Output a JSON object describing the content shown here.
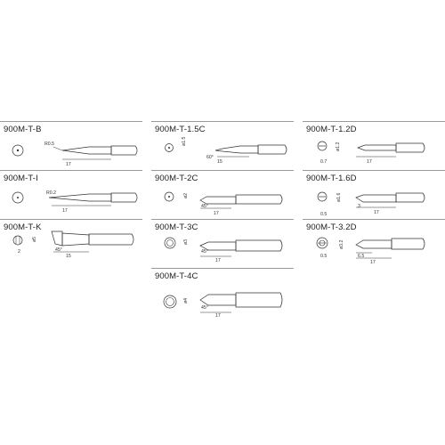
{
  "tips": [
    {
      "name": "900M-T-B",
      "dims": [
        "R0.5",
        "17"
      ]
    },
    {
      "name": "900M-T-1.5C",
      "dims": [
        "ø1.5",
        "60°",
        "15"
      ]
    },
    {
      "name": "900M-T-1.2D",
      "dims": [
        "ø1.2",
        "0.7",
        "17"
      ]
    },
    {
      "name": "900M-T-I",
      "dims": [
        "R0.2",
        "17"
      ]
    },
    {
      "name": "900M-T-2C",
      "dims": [
        "ø2",
        "45°",
        "17"
      ]
    },
    {
      "name": "900M-T-1.6D",
      "dims": [
        "ø1.6",
        "0.5",
        "3",
        "17"
      ]
    },
    {
      "name": "900M-T-K",
      "dims": [
        "ø5",
        "2",
        "45°",
        "15"
      ]
    },
    {
      "name": "900M-T-3C",
      "dims": [
        "ø3",
        "45°",
        "17"
      ]
    },
    {
      "name": "900M-T-3.2D",
      "dims": [
        "ø3.2",
        "0.5",
        "6.5",
        "17"
      ]
    },
    {
      "name": "900M-T-4C",
      "dims": [
        "ø4",
        "45°",
        "17"
      ]
    }
  ]
}
